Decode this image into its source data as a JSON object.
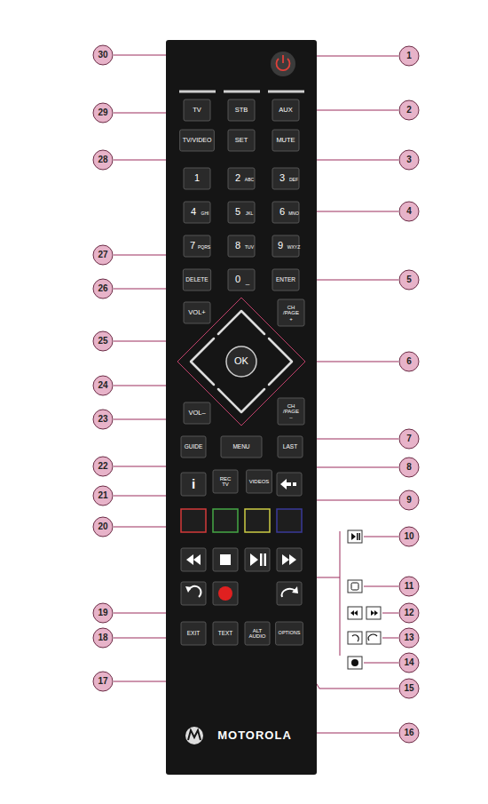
{
  "diagram": {
    "labels": [
      "1",
      "2",
      "3",
      "4",
      "5",
      "6",
      "7",
      "8",
      "9",
      "10",
      "11",
      "12",
      "13",
      "14",
      "15",
      "16",
      "17",
      "18",
      "19",
      "20",
      "21",
      "22",
      "23",
      "24",
      "25",
      "26",
      "27",
      "28",
      "29",
      "30",
      "TV",
      "STB",
      "AUX",
      "TV/VIDEO",
      "SET",
      "MUTE",
      "1",
      "2",
      "ABC",
      "3",
      "DEF",
      "4",
      "GHI",
      "5",
      "JKL",
      "6",
      "MNO",
      "7",
      "PQRS",
      "8",
      "TUV",
      "9",
      "WXYZ",
      "DELETE",
      "0",
      "_",
      "ENTER",
      "VOL+",
      "CH /PAGE +",
      "OK",
      "VOL–",
      "CH /PAGE –",
      "GUIDE",
      "MENU",
      "LAST",
      "REC TV",
      "VIDEOS",
      "i",
      "EXIT",
      "TEXT",
      "ALT AUDIO",
      "OPTIONS",
      "MOTOROLA"
    ]
  }
}
